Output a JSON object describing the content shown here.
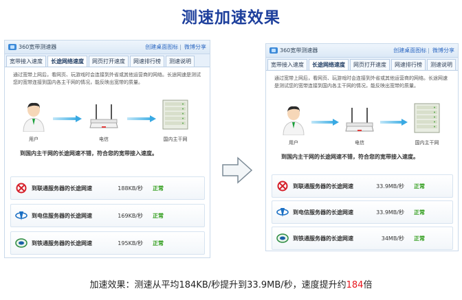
{
  "title": "测速加速效果",
  "panels": [
    {
      "app_name": "360宽带测速器",
      "links": [
        "创建桌面图标",
        "微博分享"
      ],
      "link_sep": "|",
      "tabs": [
        {
          "label": "宽带接入速度",
          "active": false
        },
        {
          "label": "长途网络速度",
          "active": true
        },
        {
          "label": "网页打开速度",
          "active": false
        },
        {
          "label": "网速排行榜",
          "active": false
        },
        {
          "label": "测速说明",
          "active": false
        }
      ],
      "intro": "通过宽带上网后，看网页、玩游戏时会连接到外省或其他运营商的网络。长途网速是测试您的宽带连接到国内各主干网的情况，能反映出宽带的质量。",
      "flow_labels": [
        "用户",
        "电信",
        "国内主干网"
      ],
      "summary": "到国内主干网的长途网速不错，符合您的宽带接入速度。",
      "rows": [
        {
          "icon": "china-unicom-icon",
          "label": "到联通服务器的长途网速",
          "speed": "188KB/秒",
          "status": "正常"
        },
        {
          "icon": "china-telecom-icon",
          "label": "到电信服务器的长途网速",
          "speed": "169KB/秒",
          "status": "正常"
        },
        {
          "icon": "china-railcom-icon",
          "label": "到铁通服务器的长途网速",
          "speed": "195KB/秒",
          "status": "正常"
        }
      ]
    },
    {
      "app_name": "360宽带测速器",
      "links": [
        "创建桌面图标",
        "微博分享"
      ],
      "link_sep": "|",
      "tabs": [
        {
          "label": "宽带接入速度",
          "active": false
        },
        {
          "label": "长途网络速度",
          "active": true
        },
        {
          "label": "网页打开速度",
          "active": false
        },
        {
          "label": "网速排行榜",
          "active": false
        },
        {
          "label": "测速说明",
          "active": false
        }
      ],
      "intro": "通过宽带上网后，看网页、玩游戏时会连接到外省或其他运营商的网络。长途网速是测试您的宽带连接到国内各主干网的情况，能反映出宽带的质量。",
      "flow_labels": [
        "用户",
        "电信",
        "国内主干网"
      ],
      "summary": "到国内主干网的长途网速不错，符合您的宽带接入速度。",
      "rows": [
        {
          "icon": "china-unicom-icon",
          "label": "到联通服务器的长途网速",
          "speed": "33.9MB/秒",
          "status": "正常"
        },
        {
          "icon": "china-telecom-icon",
          "label": "到电信服务器的长途网速",
          "speed": "33.9MB/秒",
          "status": "正常"
        },
        {
          "icon": "china-railcom-icon",
          "label": "到铁通服务器的长途网速",
          "speed": "34MB/秒",
          "status": "正常"
        }
      ]
    }
  ],
  "caption": {
    "prefix": "加速效果：测速从平均184KB/秒提升到33.9MB/秒，速度提升约",
    "highlight": "184",
    "suffix": "倍"
  },
  "colors": {
    "title": "#1d3f9c",
    "link": "#2f6ac3",
    "status_ok": "#2a9a14",
    "highlight": "#e8141b",
    "unicom": "#d6202a",
    "telecom": "#1a6fc4",
    "railcom": "#2a8a3e"
  }
}
